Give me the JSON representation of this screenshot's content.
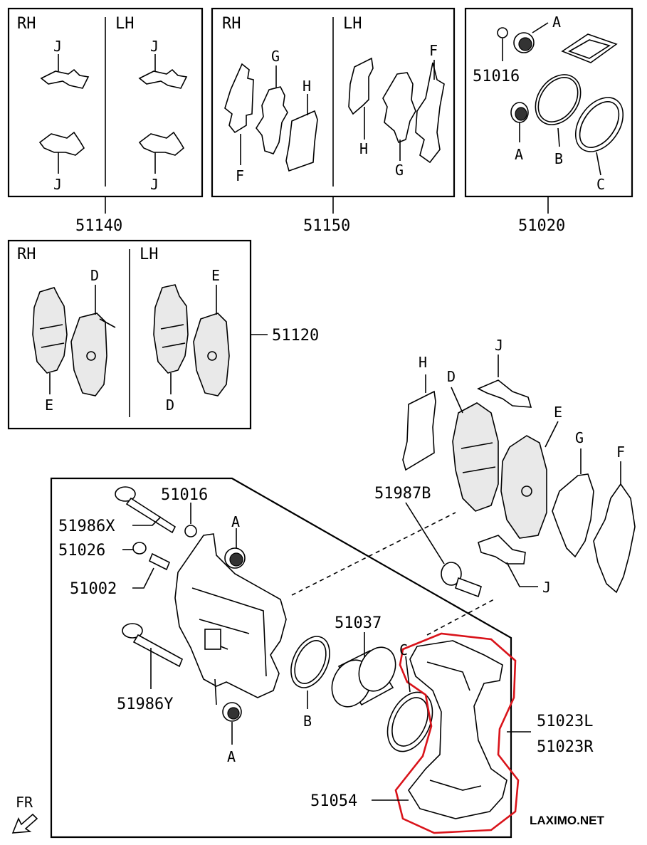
{
  "watermark": "LAXIMO.NET",
  "direction": "FR",
  "boxes": {
    "box_51140": {
      "part_no": "51140",
      "rh": "RH",
      "lh": "LH",
      "labels": [
        "J",
        "J",
        "J",
        "J"
      ]
    },
    "box_51150": {
      "part_no": "51150",
      "rh": "RH",
      "lh": "LH",
      "labels": [
        "G",
        "H",
        "F",
        "F",
        "H",
        "G"
      ]
    },
    "box_51020": {
      "part_no": "51020",
      "labels": [
        "A",
        "51016",
        "A",
        "B",
        "C"
      ]
    },
    "box_51120": {
      "part_no": "51120",
      "rh": "RH",
      "lh": "LH",
      "labels": [
        "D",
        "E",
        "E",
        "D"
      ]
    }
  },
  "exploded": {
    "labels": [
      "H",
      "J",
      "D",
      "E",
      "G",
      "F",
      "51987B",
      "J"
    ]
  },
  "caliper": {
    "labels": [
      "51016",
      "51986X",
      "A",
      "51026",
      "51002",
      "51037",
      "C",
      "51986Y",
      "B",
      "51023L",
      "51023R",
      "A",
      "51054"
    ]
  },
  "highlight_color": "#d9131a"
}
